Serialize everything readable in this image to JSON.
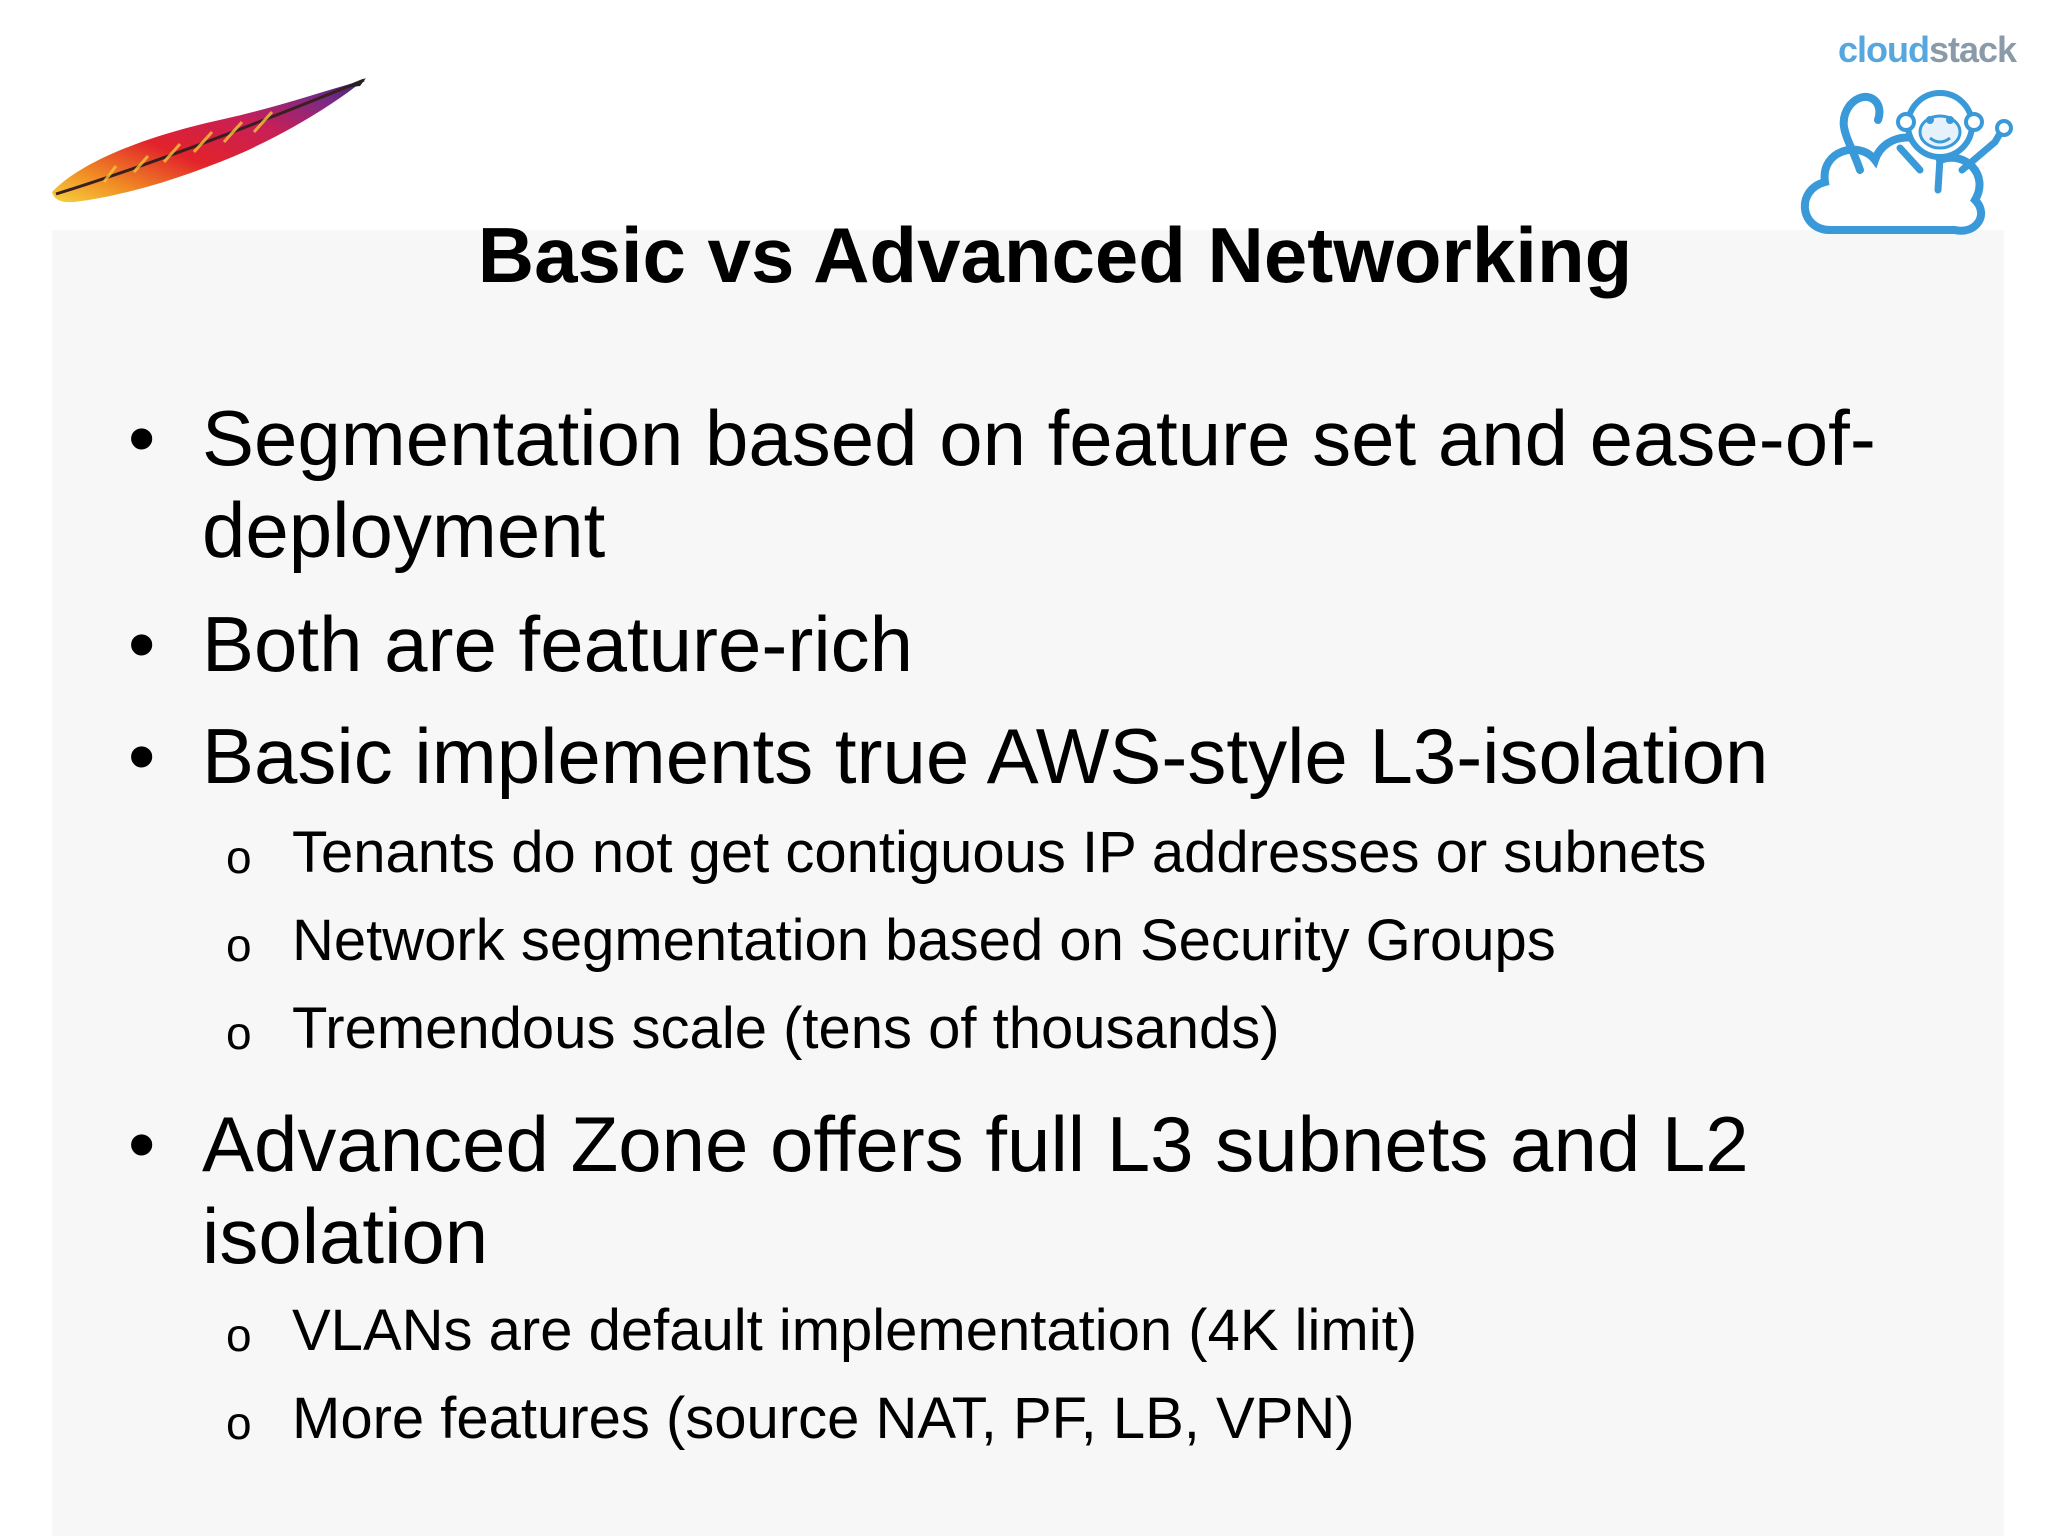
{
  "logos": {
    "left": "apache-feather-logo",
    "right": {
      "name": "cloudstack-logo",
      "wordmark_part1": "cloud",
      "wordmark_part2": "stack"
    }
  },
  "colors": {
    "background": "#ffffff",
    "slide_panel": "#f7f7f7",
    "text": "#000000",
    "cloudstack_blue": "#55a7de",
    "cloudstack_gray": "#8a9aa8"
  },
  "title": "Basic vs Advanced Networking",
  "bullets": [
    {
      "marker": "•",
      "text": "Segmentation based on feature set and ease-of-deployment",
      "line1": "Segmentation based on feature set and ease-of-",
      "line2": "deployment"
    },
    {
      "marker": "•",
      "text": "Both are feature-rich"
    },
    {
      "marker": "•",
      "text": "Basic implements true AWS-style L3-isolation",
      "sub": [
        {
          "marker": "o",
          "text": "Tenants do not get contiguous IP addresses or subnets"
        },
        {
          "marker": "o",
          "text": "Network segmentation based on Security Groups"
        },
        {
          "marker": "o",
          "text": "Tremendous scale (tens of thousands)"
        }
      ]
    },
    {
      "marker": "•",
      "line1": "Advanced Zone offers full L3 subnets and L2",
      "line2": "isolation",
      "sub": [
        {
          "marker": "o",
          "text": "VLANs are default implementation (4K limit)"
        },
        {
          "marker": "o",
          "text": "More features (source NAT, PF, LB, VPN)"
        }
      ]
    }
  ]
}
